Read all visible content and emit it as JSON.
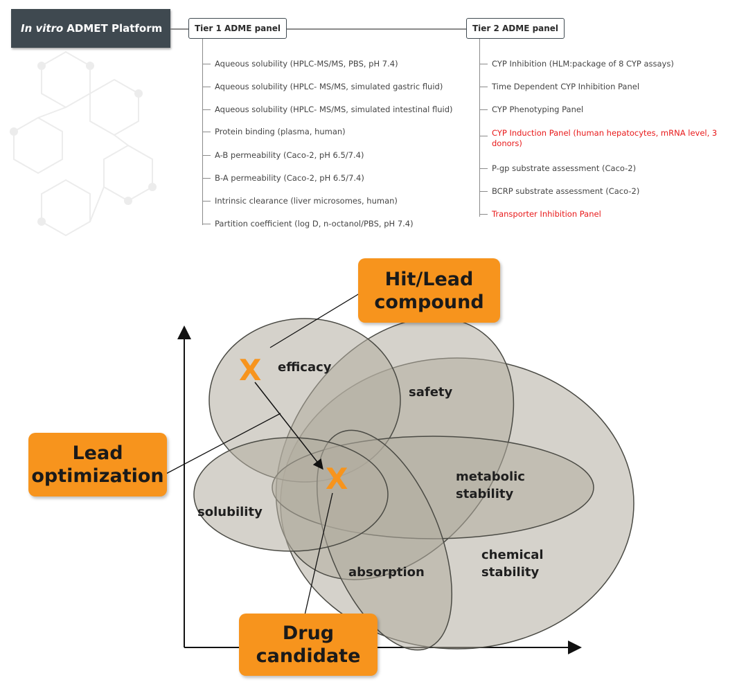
{
  "platform": {
    "title_italic": "In vitro",
    "title_rest": "ADMET Platform"
  },
  "tier1": {
    "label": "Tier 1 ADME panel",
    "items": [
      {
        "text": "Aqueous solubility (HPLC-MS/MS, PBS, pH 7.4)",
        "highlight": false
      },
      {
        "text": "Aqueous solubility (HPLC- MS/MS, simulated gastric fluid)",
        "highlight": false
      },
      {
        "text": "Aqueous solubility (HPLC- MS/MS, simulated intestinal fluid)",
        "highlight": false
      },
      {
        "text": "Protein binding (plasma, human)",
        "highlight": false
      },
      {
        "text": "A-B permeability (Caco-2, pH 6.5/7.4)",
        "highlight": false
      },
      {
        "text": "B-A permeability (Caco-2, pH 6.5/7.4)",
        "highlight": false
      },
      {
        "text": "Intrinsic clearance (liver microsomes, human)",
        "highlight": false
      },
      {
        "text": "Partition coefficient (log D, n-octanol/PBS, pH 7.4)",
        "highlight": false
      }
    ]
  },
  "tier2": {
    "label": "Tier 2 ADME panel",
    "items": [
      {
        "text": "CYP Inhibition (HLM:package of 8 CYP assays)",
        "highlight": false
      },
      {
        "text": "Time Dependent CYP Inhibition Panel",
        "highlight": false
      },
      {
        "text": "CYP Phenotyping Panel",
        "highlight": false
      },
      {
        "text": "CYP Induction Panel (human hepatocytes, mRNA level, 3 donors)",
        "highlight": true
      },
      {
        "text": "P-gp substrate assessment (Caco-2)",
        "highlight": false
      },
      {
        "text": "BCRP substrate assessment (Caco-2)",
        "highlight": false
      },
      {
        "text": "Transporter Inhibition Panel",
        "highlight": true
      }
    ]
  },
  "diagram": {
    "regions": {
      "efficacy": "efficacy",
      "safety": "safety",
      "metabolic_stability": "metabolic\nstability",
      "solubility": "solubility",
      "absorption": "absorption",
      "chemical_stability": "chemical\nstability"
    },
    "marker_glyph": "X",
    "callouts": {
      "hit_lead": "Hit/Lead\ncompound",
      "lead_optimization": "Lead\noptimization",
      "drug_candidate": "Drug\ncandidate"
    }
  },
  "colors": {
    "title_bg": "#3f4950",
    "highlight_text": "#e8191a",
    "callout_bg": "#f7941d",
    "marker": "#f7941d",
    "ellipse_fill": "#b3ada0"
  }
}
